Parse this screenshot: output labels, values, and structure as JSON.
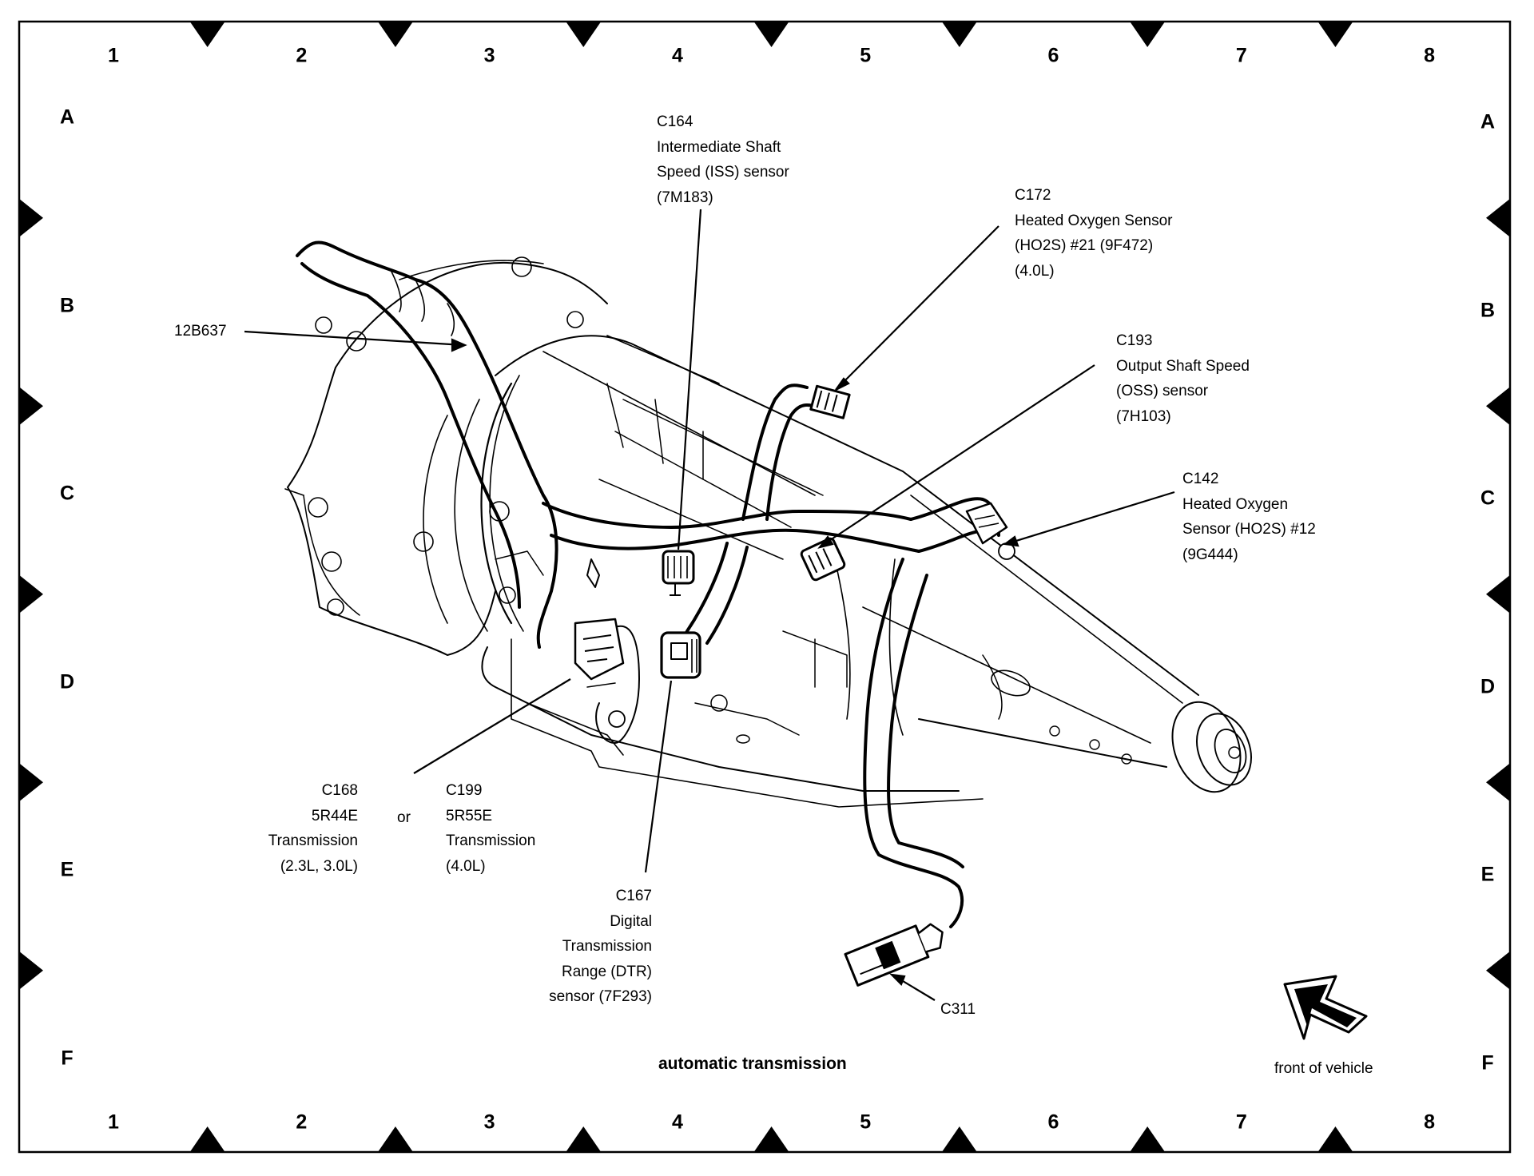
{
  "diagram": {
    "title": "automatic transmission",
    "orientation_label": "front of vehicle",
    "grid": {
      "columns": [
        "1",
        "2",
        "3",
        "4",
        "5",
        "6",
        "7",
        "8"
      ],
      "rows": [
        "A",
        "B",
        "C",
        "D",
        "E",
        "F"
      ]
    },
    "callouts": {
      "harness": {
        "lines": [
          "12B637"
        ]
      },
      "c164": {
        "lines": [
          "C164",
          "Intermediate Shaft",
          "Speed (ISS) sensor",
          "(7M183)"
        ]
      },
      "c172": {
        "lines": [
          "C172",
          "Heated Oxygen Sensor",
          "(HO2S) #21 (9F472)",
          "(4.0L)"
        ]
      },
      "c193": {
        "lines": [
          "C193",
          "Output Shaft Speed",
          "(OSS) sensor",
          "(7H103)"
        ]
      },
      "c142": {
        "lines": [
          "C142",
          "Heated Oxygen",
          "Sensor (HO2S) #12",
          "(9G444)"
        ]
      },
      "c168": {
        "lines": [
          "C168",
          "5R44E",
          "Transmission",
          "(2.3L, 3.0L)"
        ]
      },
      "or_word": "or",
      "c199": {
        "lines": [
          "C199",
          "5R55E",
          "Transmission",
          "(4.0L)"
        ]
      },
      "c167": {
        "lines": [
          "C167",
          "Digital",
          "Transmission",
          "Range (DTR)",
          "sensor (7F293)"
        ]
      },
      "c311": {
        "lines": [
          "C311"
        ]
      }
    }
  }
}
